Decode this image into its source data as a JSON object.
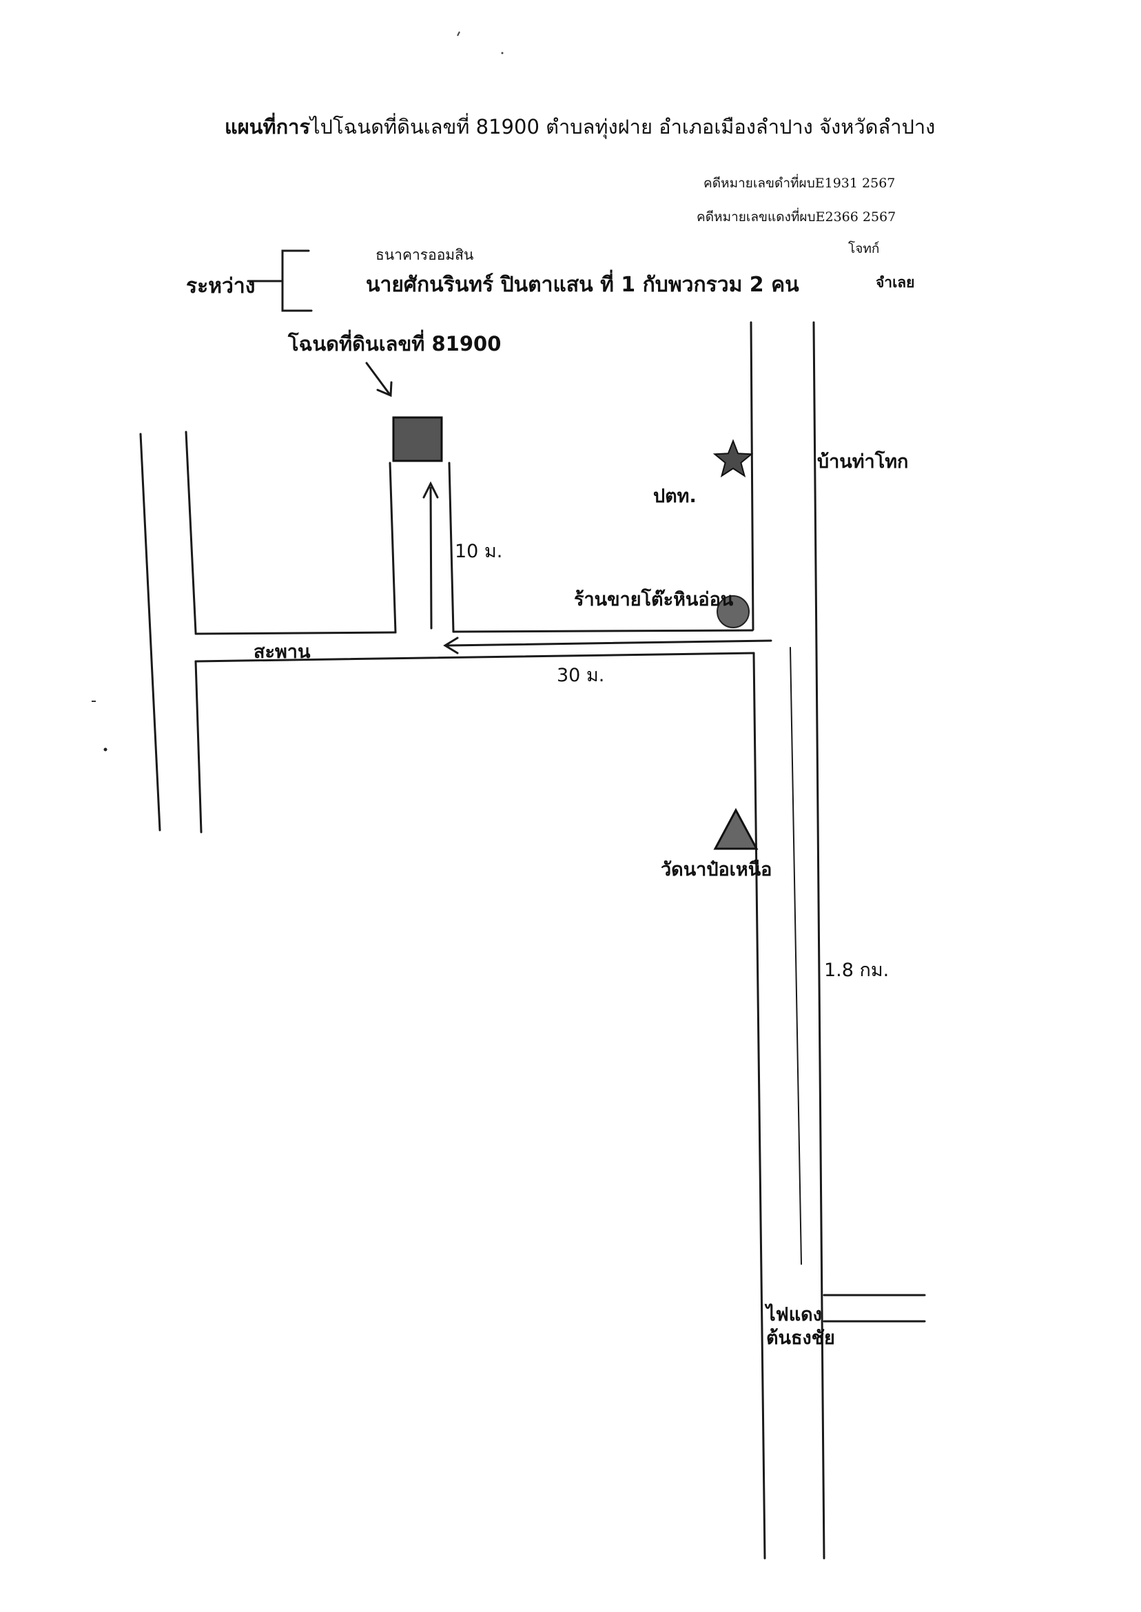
{
  "header": {
    "title_bold": "แผนที่การ",
    "title_rest": "ไปโฉนดที่ดินเลขที่ 81900  ตำบลทุ่งฝาย   อำเภอเมืองลำปาง  จังหวัดลำปาง",
    "case_black": "คดีหมายเลขดำที่ผบE1931 2567",
    "case_red": "คดีหมายเลขแดงที่ผบE2366 2567"
  },
  "parties": {
    "between_label": "ระหว่าง",
    "plaintiff": "ธนาคารออมสิน",
    "plaintiff_role": "โจทก์",
    "defendant": "นายศักนรินทร์  ปินตาแสน ที่ 1 กับพวกรวม 2 คน",
    "defendant_role": "จำเลย"
  },
  "map": {
    "deed_label": "โฉนดที่ดินเลขที่ 81900",
    "distance_10": "10 ม.",
    "distance_30": "30 ม.",
    "distance_1_8": "1.8 กม.",
    "bridge": "สะพาน",
    "gas_station": "ปตท.",
    "village": "บ้านท่าโทก",
    "shop": "ร้านขายโต๊ะหินอ่อน",
    "temple": "วัดนาป๋อเหนือ",
    "traffic_light_1": "ไฟแดง",
    "traffic_light_2": "ต้นธงชัย",
    "legend_icons": [
      "land-plot-square-icon",
      "star-icon",
      "circle-icon",
      "triangle-icon",
      "arrow-icon"
    ]
  }
}
